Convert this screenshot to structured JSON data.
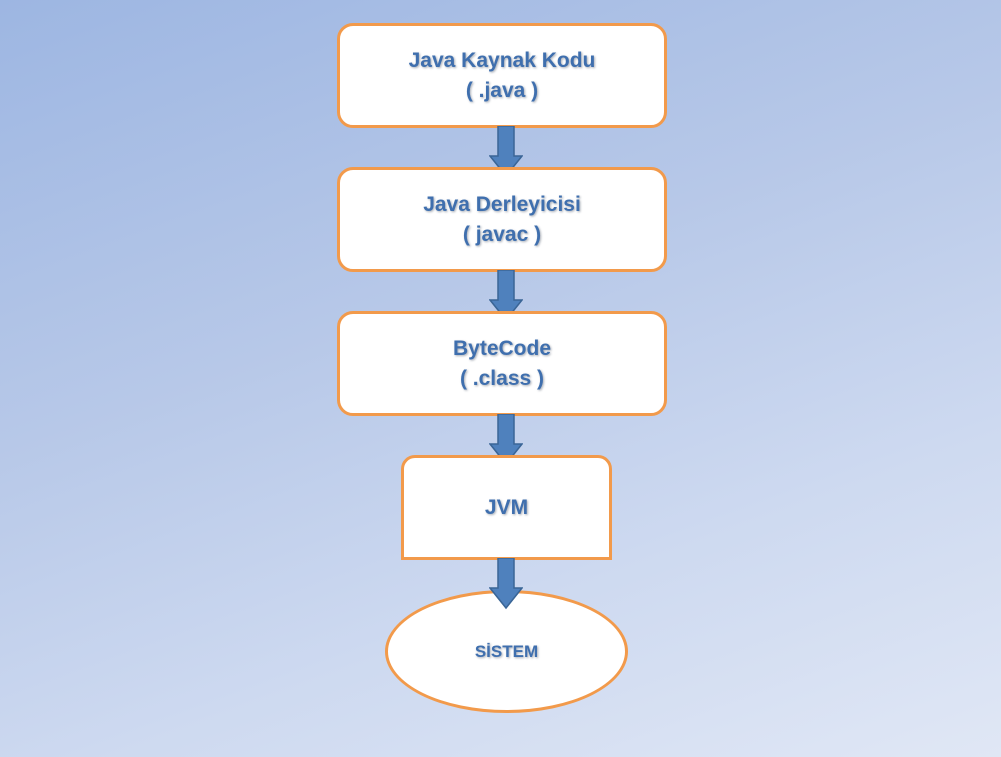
{
  "diagram": {
    "type": "flowchart",
    "direction": "top-to-bottom",
    "colors": {
      "node_fill": "#ffffff",
      "node_border": "#f29a4b",
      "text": "#3f6fae",
      "arrow_fill": "#4f81bd",
      "arrow_stroke": "#3a6596"
    },
    "nodes": [
      {
        "id": "source",
        "shape": "rounded-rectangle",
        "title": "Java Kaynak Kodu",
        "subtitle": "( .java )"
      },
      {
        "id": "compiler",
        "shape": "rounded-rectangle",
        "title": "Java Derleyicisi",
        "subtitle": "( javac )"
      },
      {
        "id": "bytecode",
        "shape": "rounded-rectangle",
        "title": "ByteCode",
        "subtitle": "( .class )"
      },
      {
        "id": "jvm",
        "shape": "snipped-top-rectangle",
        "title": "JVM"
      },
      {
        "id": "system",
        "shape": "ellipse",
        "title": "SİSTEM"
      }
    ],
    "edges": [
      {
        "from": "source",
        "to": "compiler"
      },
      {
        "from": "compiler",
        "to": "bytecode"
      },
      {
        "from": "bytecode",
        "to": "jvm"
      },
      {
        "from": "jvm",
        "to": "system"
      }
    ]
  }
}
